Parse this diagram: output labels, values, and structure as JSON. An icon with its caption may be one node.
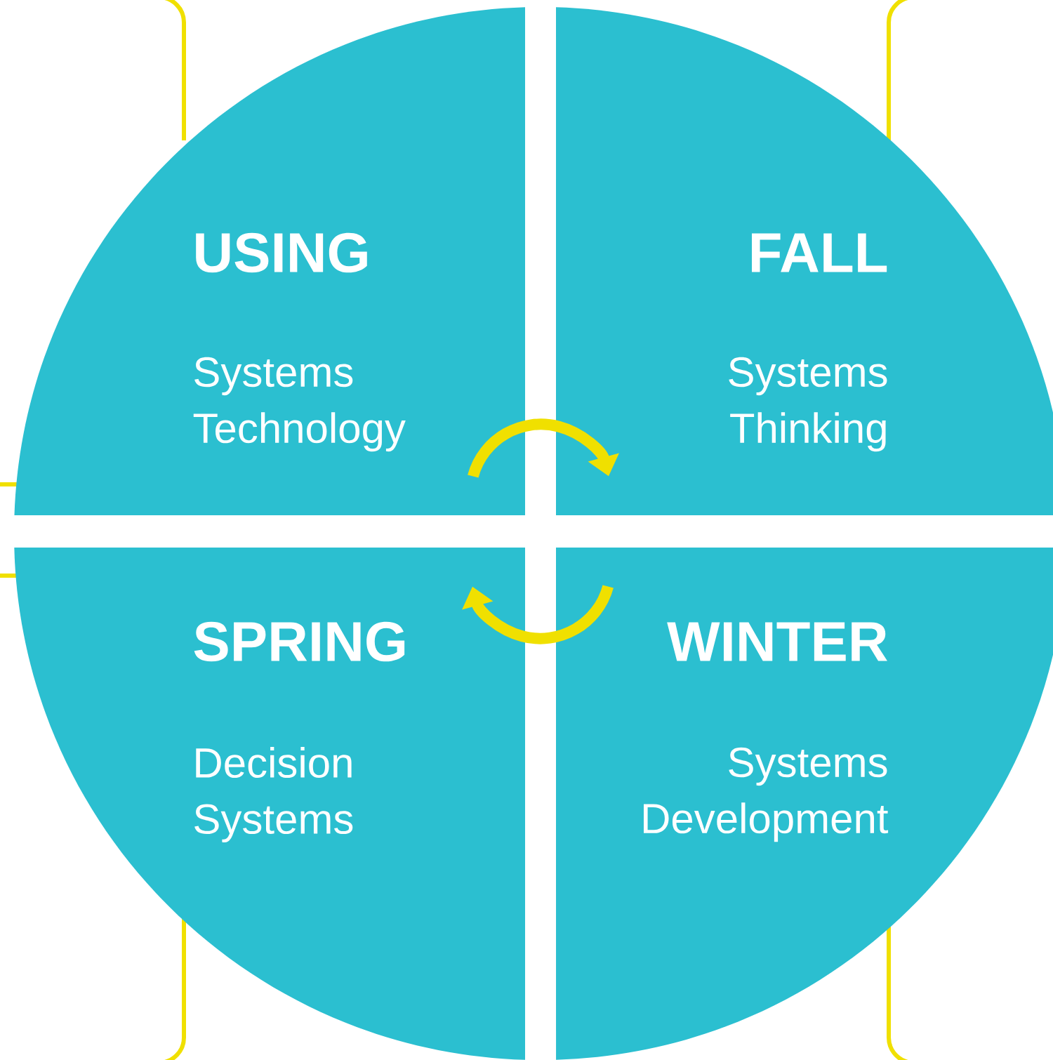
{
  "diagram": {
    "nodes": [
      {
        "text": [
          "USING",
          "Systems Technology"
        ]
      },
      {
        "text": [
          "FALL",
          "Systems Thinking"
        ]
      },
      {
        "text": [
          "SPRING",
          "Decision Systems"
        ]
      },
      {
        "text": [
          "WINTER",
          "Systems Development"
        ]
      }
    ],
    "edges": [
      {
        "from": 0,
        "to": 1,
        "arrow": "to"
      },
      {
        "from": 3,
        "to": 2,
        "arrow": "to"
      }
    ]
  }
}
